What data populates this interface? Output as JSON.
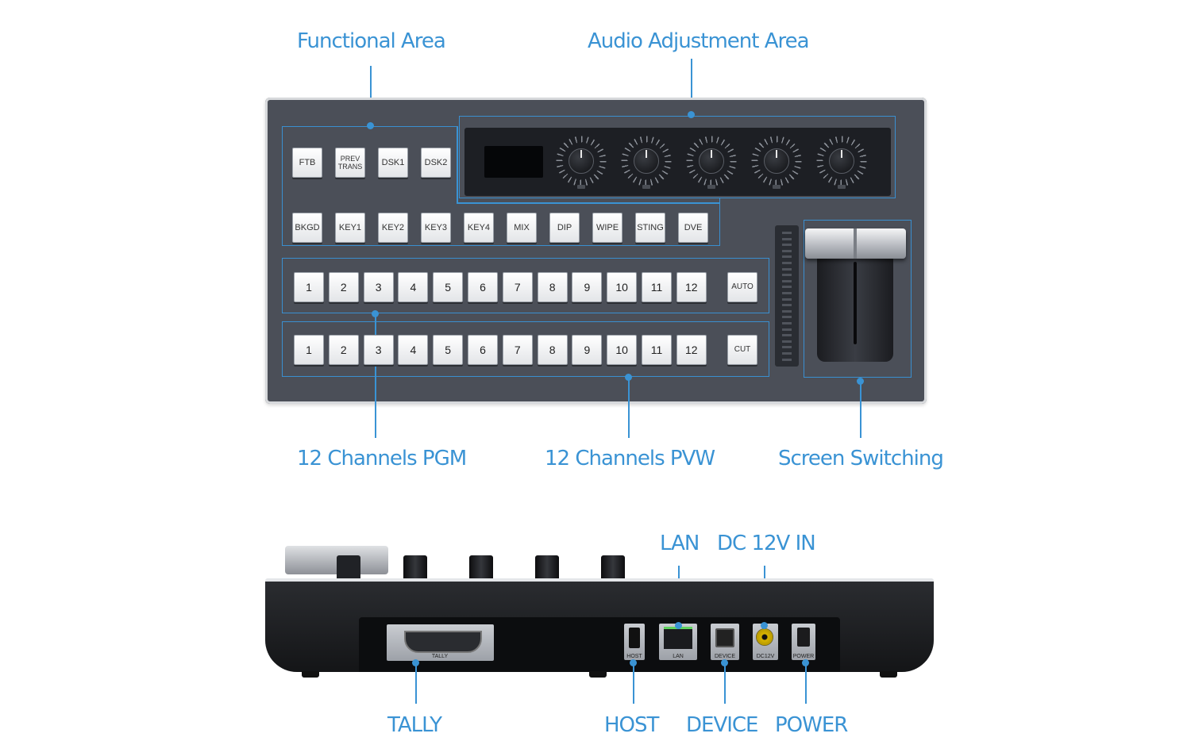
{
  "callouts": {
    "functional_area": "Functional Area",
    "audio_area": "Audio Adjustment Area",
    "pgm": "12 Channels PGM",
    "pvw": "12 Channels PVW",
    "screen_switching": "Screen Switching",
    "lan": "LAN",
    "dc_in": "DC 12V IN",
    "tally": "TALLY",
    "host": "HOST",
    "device": "DEVICE",
    "power": "POWER"
  },
  "function_keys": [
    "FTB",
    "PREV TRANS",
    "DSK1",
    "DSK2"
  ],
  "transition_keys": [
    "BKGD",
    "KEY1",
    "KEY2",
    "KEY3",
    "KEY4",
    "MIX",
    "DIP",
    "WIPE",
    "STING",
    "DVE"
  ],
  "pgm_keys": [
    "1",
    "2",
    "3",
    "4",
    "5",
    "6",
    "7",
    "8",
    "9",
    "10",
    "11",
    "12"
  ],
  "pvw_keys": [
    "1",
    "2",
    "3",
    "4",
    "5",
    "6",
    "7",
    "8",
    "9",
    "10",
    "11",
    "12"
  ],
  "auto_label": "AUTO",
  "cut_label": "CUT",
  "ports": {
    "tally": "TALLY",
    "host": "HOST",
    "lan": "LAN",
    "device": "DEVICE",
    "dc": "DC12V",
    "power": "POWER"
  },
  "colors": {
    "accent": "#3a93d4",
    "panel": "#4b4f58",
    "key_face": "#f2f3f5"
  }
}
